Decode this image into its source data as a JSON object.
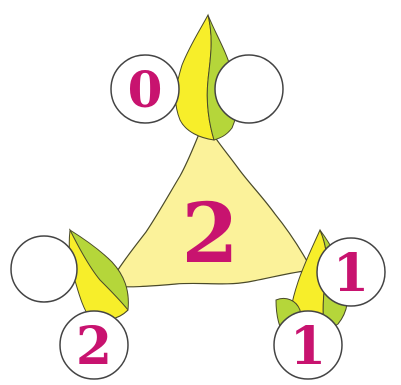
{
  "puzzle": {
    "center_value": "2",
    "top_corner": {
      "left_circle": "0",
      "right_circle": ""
    },
    "left_corner": {
      "upper_circle": "",
      "lower_circle": "2"
    },
    "right_corner": {
      "upper_circle": "1",
      "lower_circle": "1"
    }
  },
  "colors": {
    "center_fill": "#fbf29a",
    "leaf_yellow": "#f7ee2a",
    "leaf_green": "#b5d63a",
    "outline": "#4a4a2a",
    "number": "#c8136f",
    "circle_fill": "#ffffff",
    "circle_stroke": "#444444"
  }
}
